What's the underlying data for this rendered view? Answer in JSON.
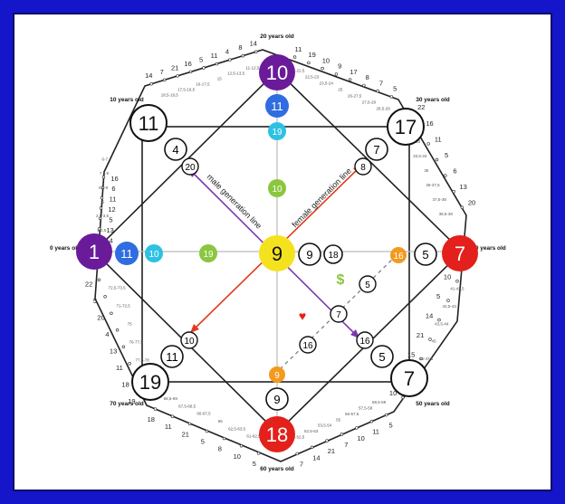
{
  "colors": {
    "purple": "#6a1b9a",
    "blue": "#2f6de0",
    "cyan": "#2ec1e3",
    "green": "#8bc63f",
    "yellow": "#f5e21f",
    "orange": "#f39a1e",
    "red": "#e3201b",
    "dollar": "#8bc63f",
    "heart": "#e3201b",
    "frame": "#1515c9"
  },
  "icons": {
    "dollar": "$",
    "heart": "♥"
  },
  "labels": {
    "male_line": "male generation line",
    "female_line": "female generation line"
  },
  "ages": {
    "top": "20 years old",
    "left": "0 years old",
    "right": "40 years old",
    "bottom": "60 years old",
    "top_left": "10 years old",
    "top_right": "30 years old",
    "bottom_left": "70 years old",
    "bottom_right": "50 years old"
  },
  "main": {
    "left_purple": "1",
    "left_blue": "11",
    "left_cyan": "10",
    "left_green": "19",
    "top_purple": "10",
    "top_blue": "11",
    "top_cyan": "19",
    "top_green": "10",
    "center": "9",
    "right_red": "7",
    "right_white": "5",
    "right_orange": "16",
    "bottom_red": "18",
    "bottom_white": "9",
    "bottom_orange": "9",
    "center_right_a": "9",
    "center_right_b": "18"
  },
  "corners": {
    "tl": "11",
    "tr": "17",
    "bl": "19",
    "br": "7"
  },
  "inner_corners": {
    "tl_a": "4",
    "tl_b": "20",
    "tr_a": "7",
    "tr_b": "8",
    "bl_a": "11",
    "bl_b": "10",
    "br_a": "5",
    "br_b": "16"
  },
  "diag": {
    "d1": "5",
    "d2": "7",
    "d3": "16"
  },
  "edge_numbers": {
    "top_left": [
      "14",
      "7",
      "21",
      "16",
      "5",
      "11",
      "4",
      "8",
      "14"
    ],
    "top_right": [
      "11",
      "19",
      "10",
      "9",
      "17",
      "8",
      "7",
      "5"
    ],
    "left_upper": [
      "16",
      "6",
      "11",
      "12",
      "5",
      "13",
      "14"
    ],
    "left_lower": [
      "22",
      "5",
      "20",
      "4",
      "13",
      "11",
      "18",
      "19"
    ],
    "right_upper": [
      "22",
      "16",
      "11",
      "5",
      "6",
      "13",
      "20"
    ],
    "right_lower": [
      "10",
      "5",
      "14",
      "21",
      "15",
      "7",
      "10"
    ],
    "bottom_left": [
      "18",
      "11",
      "21",
      "5",
      "8",
      "10",
      "5"
    ],
    "bottom_right": [
      "7",
      "14",
      "21",
      "7",
      "10",
      "11",
      "5"
    ]
  },
  "edge_small": {
    "top_left": [
      "18,5-19,5",
      "17,5-18,5",
      "16-17,5",
      "15",
      "12,5-13,5",
      "11-12,5"
    ],
    "top_right": [
      "21-22,5",
      "22,5-23",
      "23,5-24",
      "25",
      "26-27,5",
      "27,5-28",
      "28,5-29"
    ],
    "left": [
      "6-7",
      "7,5-8",
      "8,5-9",
      "5",
      "2,5-3,5",
      "1-2,5",
      "72,5-73,5",
      "71-72,5",
      "75",
      "76-77,5",
      "77,5-78",
      "78,5-79"
    ],
    "right": [
      "31-32,5",
      "32,5-33",
      "33,5-34",
      "35",
      "36-37,5",
      "37,5-38",
      "38,5-39",
      "41-42,5",
      "42,5-43",
      "43,5-44",
      "45",
      "46-47,5",
      "47,5-48",
      "48,5-49"
    ],
    "bottom": [
      "68,5-69",
      "67,5-68,5",
      "66-67,5",
      "65",
      "62,5-63,5",
      "61-62,5",
      "51-52,5",
      "52,5-53",
      "53,5-54",
      "55",
      "56-57,5",
      "57,5-58",
      "58,5-59"
    ]
  }
}
